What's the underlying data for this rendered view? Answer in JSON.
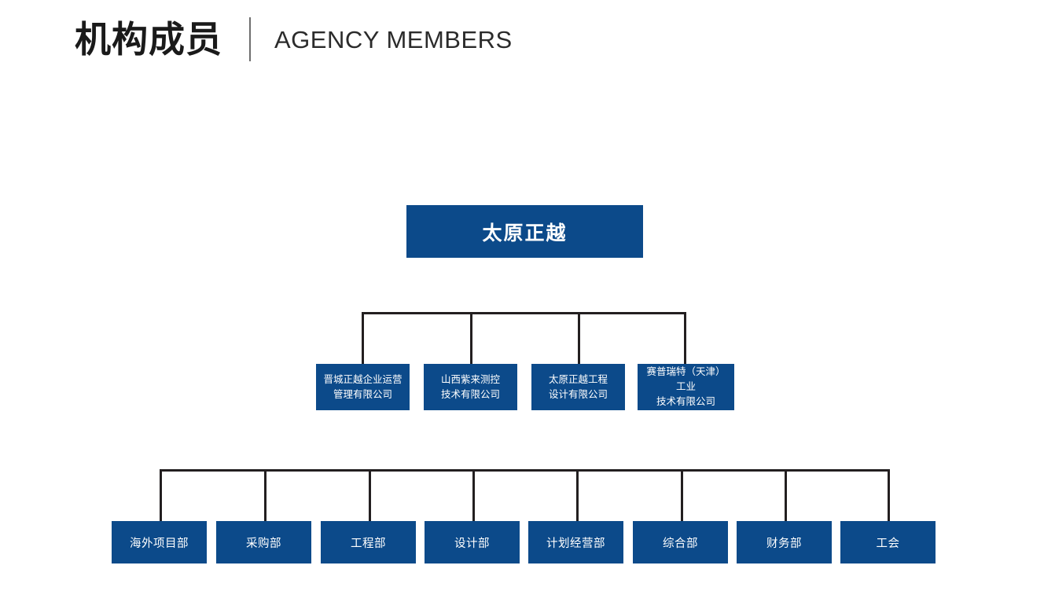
{
  "header": {
    "title_cn": "机构成员",
    "title_en": "AGENCY MEMBERS",
    "divider": "vertical-rule"
  },
  "theme": {
    "box_fill": "#0c4a8a",
    "box_text": "#ffffff",
    "line_color": "#231f20",
    "background": "#ffffff",
    "header_text": "#1a1a1a"
  },
  "chart_data": {
    "type": "diagram",
    "subtype": "organization-chart",
    "title": "机构成员 / AGENCY MEMBERS",
    "orientation": "top-down",
    "levels": 3,
    "root": {
      "label": "太原正越"
    },
    "level2": [
      {
        "label": "晋城正越企业运营管理有限公司",
        "lines": [
          "晋城正越企业运营",
          "管理有限公司"
        ]
      },
      {
        "label": "山西紫来测控技术有限公司",
        "lines": [
          "山西紫来测控",
          "技术有限公司"
        ]
      },
      {
        "label": "太原正越工程设计有限公司",
        "lines": [
          "太原正越工程",
          "设计有限公司"
        ]
      },
      {
        "label": "赛普瑞特（天津）工业技术有限公司",
        "lines": [
          "赛普瑞特（天津）工业",
          "技术有限公司"
        ]
      }
    ],
    "level3": [
      {
        "label": "海外项目部"
      },
      {
        "label": "采购部"
      },
      {
        "label": "工程部"
      },
      {
        "label": "设计部"
      },
      {
        "label": "计划经营部"
      },
      {
        "label": "综合部"
      },
      {
        "label": "财务部"
      },
      {
        "label": "工会"
      }
    ]
  }
}
